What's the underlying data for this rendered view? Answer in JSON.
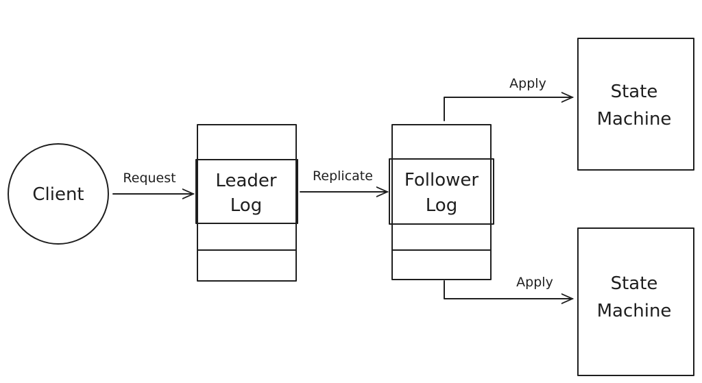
{
  "nodes": {
    "client": "Client",
    "leader_log": [
      "Leader",
      "Log"
    ],
    "follower_log": [
      "Follower",
      "Log"
    ],
    "state_machine_top": [
      "State",
      "Machine"
    ],
    "state_machine_bottom": [
      "State",
      "Machine"
    ]
  },
  "edges": {
    "request": "Request",
    "replicate": "Replicate",
    "apply_top": "Apply",
    "apply_bottom": "Apply"
  },
  "colors": {
    "stroke": "#1e1e1e",
    "background": "#ffffff"
  }
}
